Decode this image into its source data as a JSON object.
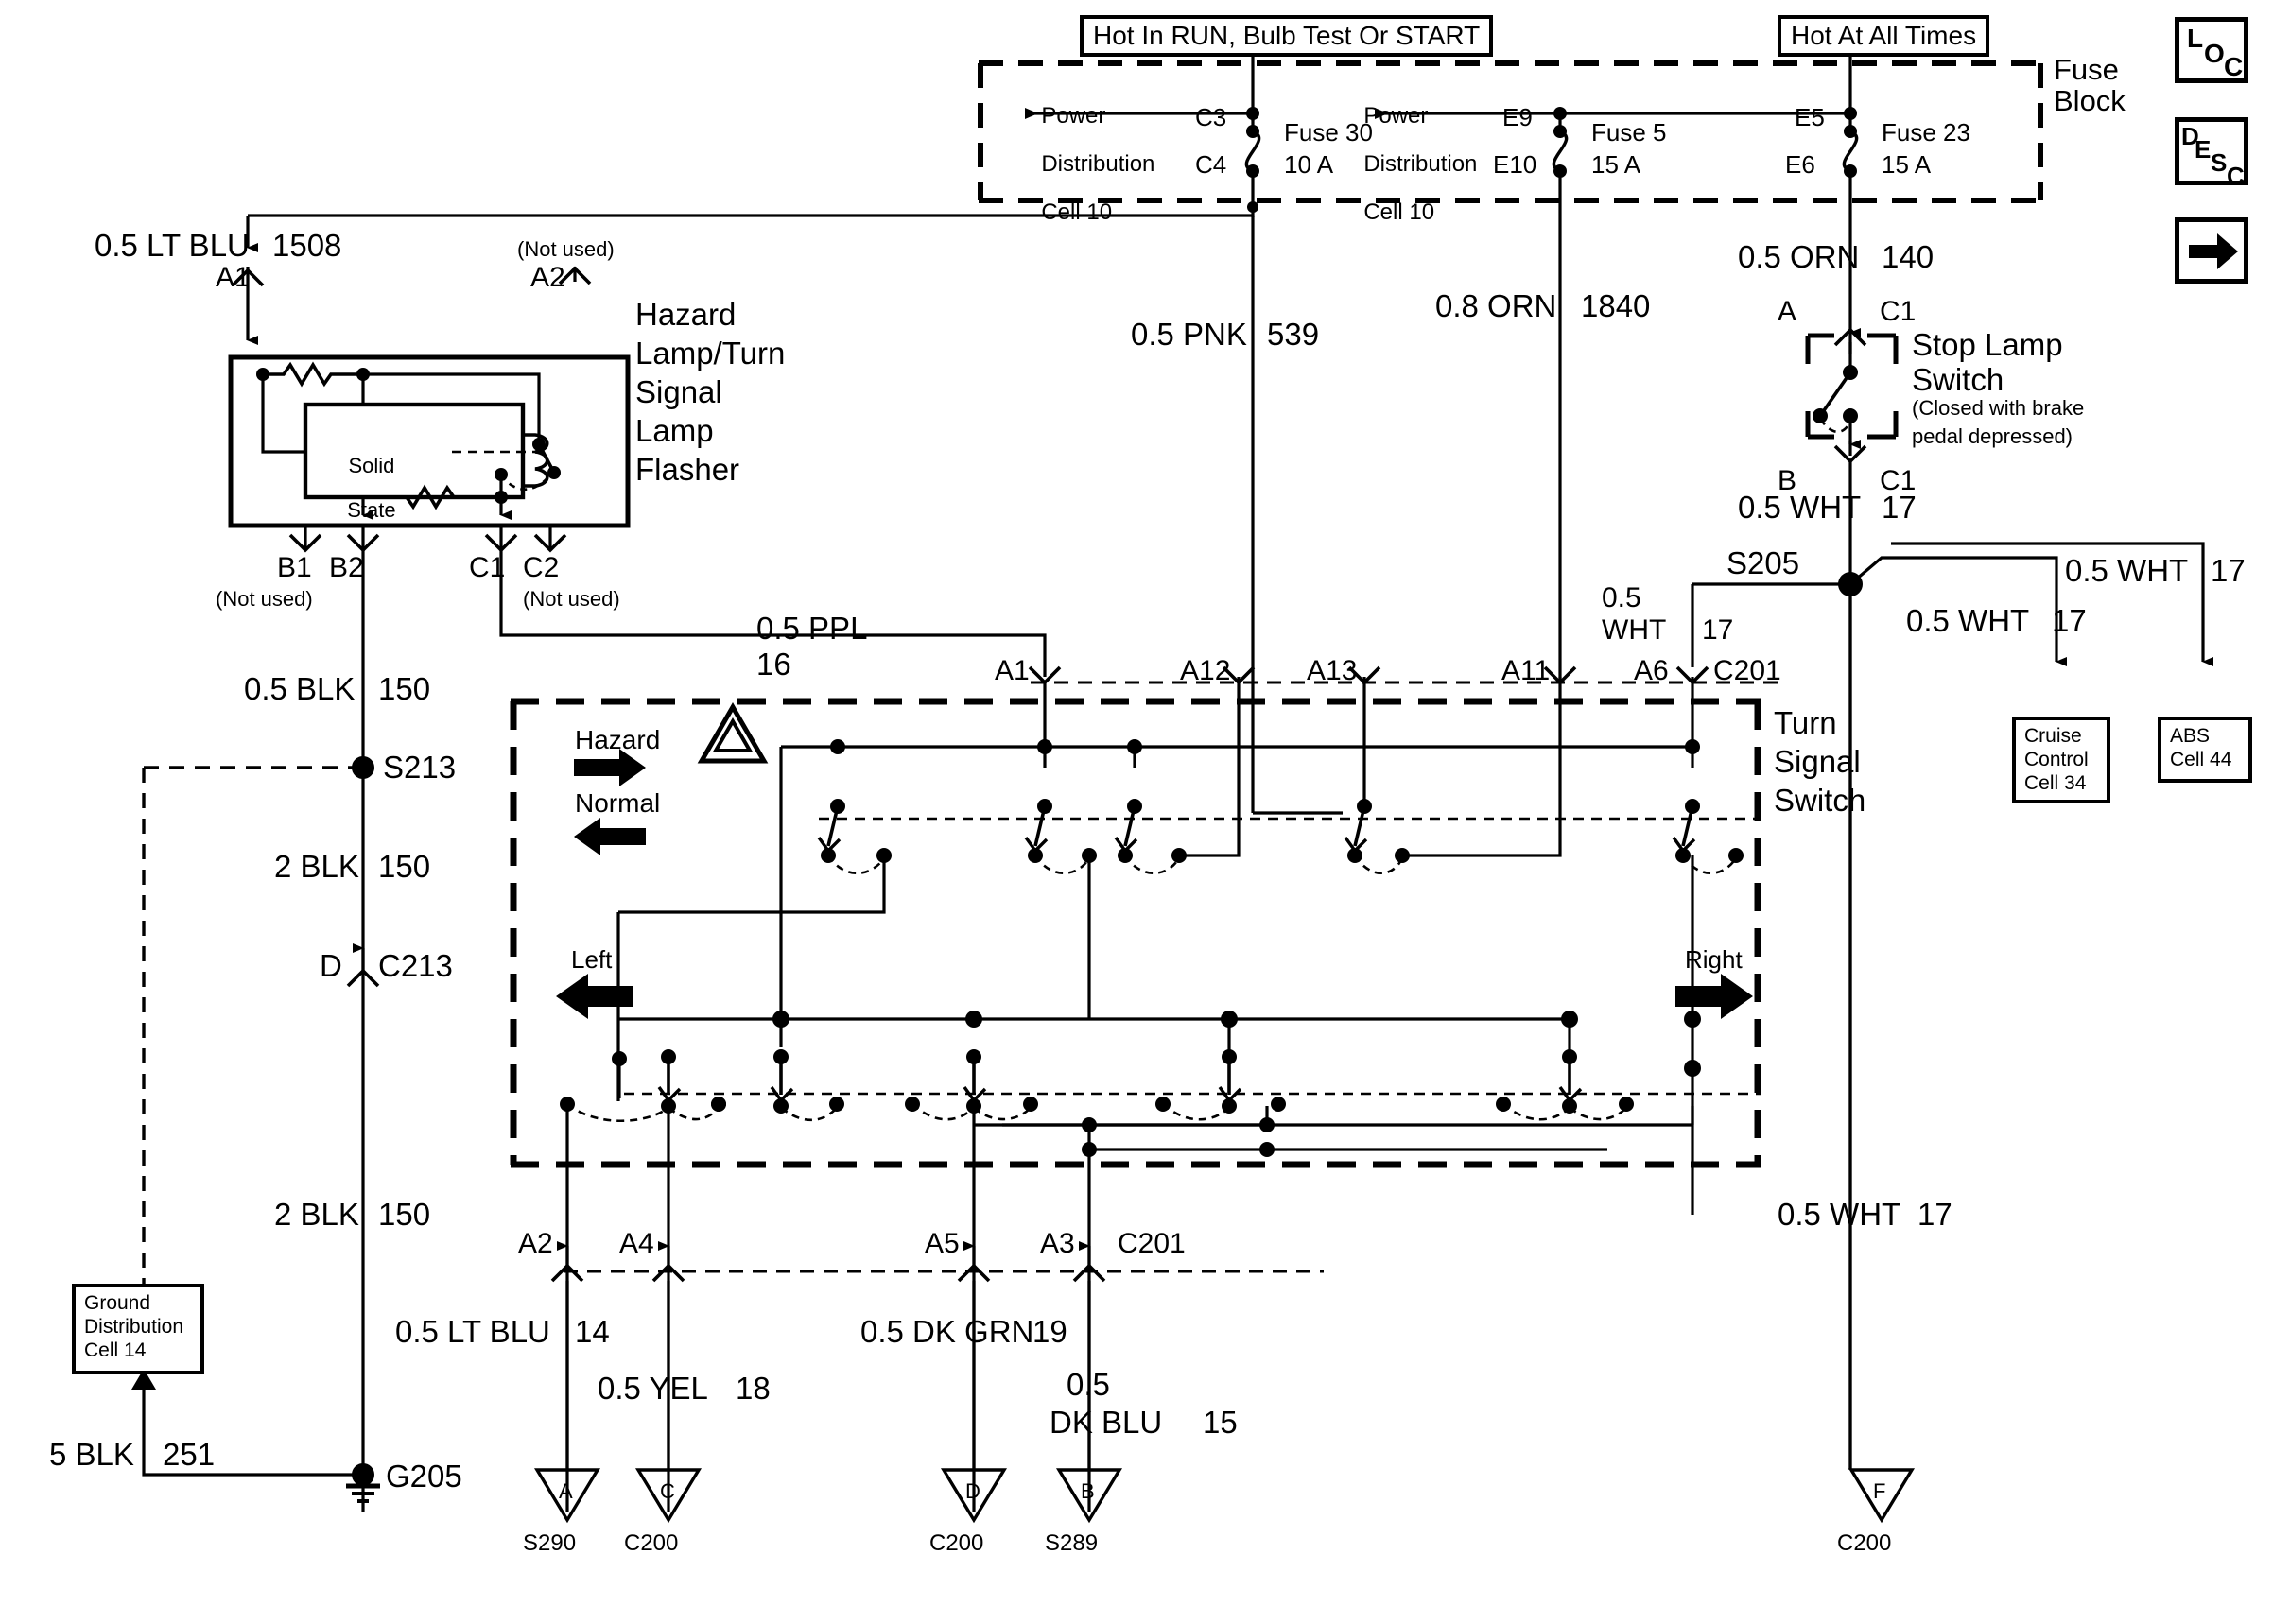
{
  "diagram": {
    "title": "Hazard Lamp / Turn Signal Lamp Flasher and Turn Signal Switch Wiring Diagram",
    "power_sources": [
      {
        "id": "hot-run",
        "label": "Hot In RUN, Bulb Test Or START"
      },
      {
        "id": "hot-all",
        "label": "Hot At All Times"
      }
    ],
    "fuse_block": {
      "label_line1": "Fuse Block",
      "label": "Fuse\nBlock",
      "cells": [
        {
          "name": "Power Distribution Cell 10",
          "line1": "Power",
          "line2": "Distribution",
          "line3": "Cell 10"
        },
        {
          "name": "Power Distribution Cell 10",
          "line1": "Power",
          "line2": "Distribution",
          "line3": "Cell 10"
        }
      ],
      "fuses": [
        {
          "id": "fuse30",
          "top_terminal": "C3",
          "bottom_terminal": "C4",
          "name": "Fuse 30",
          "rating": "10 A"
        },
        {
          "id": "fuse5",
          "top_terminal": "E9",
          "bottom_terminal": "E10",
          "name": "Fuse 5",
          "rating": "15 A"
        },
        {
          "id": "fuse23",
          "top_terminal": "E5",
          "bottom_terminal": "E6",
          "name": "Fuse 23",
          "rating": "15 A"
        }
      ]
    },
    "legend_buttons": [
      {
        "id": "loc",
        "letters": [
          "L",
          "O",
          "C"
        ]
      },
      {
        "id": "desc",
        "letters": [
          "D",
          "E",
          "S",
          "C"
        ]
      },
      {
        "id": "next-arrow",
        "glyph": "arrow-right"
      }
    ],
    "flasher": {
      "name": "Hazard Lamp/Turn Signal Lamp Flasher",
      "label": "Hazard\nLamp/Turn\nSignal\nLamp\nFlasher",
      "inner_label_line1": "Solid",
      "inner_label_line2": "State",
      "terminals": [
        {
          "id": "A1",
          "label": "A1",
          "note": ""
        },
        {
          "id": "A2",
          "label": "A2",
          "note": "(Not used)"
        },
        {
          "id": "B1",
          "label": "B1",
          "note": "(Not used)"
        },
        {
          "id": "B2",
          "label": "B2",
          "note": ""
        },
        {
          "id": "C1",
          "label": "C1",
          "note": ""
        },
        {
          "id": "C2",
          "label": "C2",
          "note": "(Not used)"
        }
      ]
    },
    "stop_lamp_switch": {
      "name": "Stop Lamp Switch",
      "label_line1": "Stop Lamp",
      "label_line2": "Switch",
      "note_line1": "(Closed with brake",
      "note_line2": "pedal depressed)",
      "terminal_top_left": "A",
      "terminal_top_right": "C1",
      "terminal_bottom_left": "B",
      "terminal_bottom_right": "C1"
    },
    "turn_signal_switch": {
      "name": "Turn Signal Switch",
      "label": "Turn\nSignal\nSwitch",
      "label_line1": "Turn",
      "label_line2": "Signal",
      "label_line3": "Switch",
      "mode_hazard": "Hazard",
      "mode_normal": "Normal",
      "dir_left": "Left",
      "dir_right": "Right",
      "top_terminals": [
        {
          "id": "A1",
          "label": "A1"
        },
        {
          "id": "A12",
          "label": "A12"
        },
        {
          "id": "A13",
          "label": "A13"
        },
        {
          "id": "A11",
          "label": "A11"
        },
        {
          "id": "A6",
          "label": "A6",
          "connector": "C201"
        }
      ],
      "bottom_terminals": [
        {
          "id": "A2",
          "label": "A2"
        },
        {
          "id": "A4",
          "label": "A4"
        },
        {
          "id": "A5",
          "label": "A5"
        },
        {
          "id": "A3",
          "label": "A3",
          "connector": "C201"
        }
      ]
    },
    "cell_refs": [
      {
        "id": "cruise",
        "line1": "Cruise",
        "line2": "Control",
        "line3": "Cell 34"
      },
      {
        "id": "abs",
        "line1": "ABS",
        "line2": "Cell 44",
        "line3": ""
      },
      {
        "id": "ground-dist",
        "line1": "Ground",
        "line2": "Distribution",
        "line3": "Cell 14"
      }
    ],
    "wires": [
      {
        "id": "w1508",
        "gauge_color": "0.5 LT BLU",
        "circuit": "1508"
      },
      {
        "id": "w539",
        "gauge_color": "0.5 PNK",
        "circuit": "539"
      },
      {
        "id": "w1840",
        "gauge_color": "0.8 ORN",
        "circuit": "1840"
      },
      {
        "id": "w140",
        "gauge_color": "0.5 ORN",
        "circuit": "140"
      },
      {
        "id": "w17-stoplamp",
        "gauge_color": "0.5 WHT",
        "circuit": "17"
      },
      {
        "id": "w17-a6",
        "gauge_color": "0.5\nWHT",
        "gauge_color_l1": "0.5",
        "gauge_color_l2": "WHT",
        "circuit": "17"
      },
      {
        "id": "w17-cruise",
        "gauge_color": "0.5 WHT",
        "circuit": "17"
      },
      {
        "id": "w17-abs",
        "gauge_color": "0.5 WHT",
        "circuit": "17"
      },
      {
        "id": "w17-c200",
        "gauge_color": "0.5 WHT",
        "circuit": "17"
      },
      {
        "id": "w16",
        "gauge_color": "0.5 PPL",
        "circuit": "16"
      },
      {
        "id": "w150-a",
        "gauge_color": "0.5 BLK",
        "circuit": "150"
      },
      {
        "id": "w150-b",
        "gauge_color": "2 BLK",
        "circuit": "150"
      },
      {
        "id": "w150-c",
        "gauge_color": "2 BLK",
        "circuit": "150"
      },
      {
        "id": "w251",
        "gauge_color": "5 BLK",
        "circuit": "251"
      },
      {
        "id": "w14",
        "gauge_color": "0.5 LT BLU",
        "circuit": "14"
      },
      {
        "id": "w18",
        "gauge_color": "0.5 YEL",
        "circuit": "18"
      },
      {
        "id": "w19",
        "gauge_color": "0.5 DK GRN",
        "circuit": "19"
      },
      {
        "id": "w15",
        "gauge_color": "0.5\nDK BLU",
        "gauge_color_l1": "0.5",
        "gauge_color_l2": "DK BLU",
        "circuit": "15"
      }
    ],
    "splices": [
      {
        "id": "S205",
        "label": "S205"
      },
      {
        "id": "S213",
        "label": "S213"
      },
      {
        "id": "G205",
        "label": "G205"
      }
    ],
    "connectors": [
      {
        "id": "C213",
        "label": "C213",
        "terminal": "D"
      }
    ],
    "bottom_connectors": [
      {
        "id": "bc-a2",
        "pin": "A",
        "name": "S290"
      },
      {
        "id": "bc-a4",
        "pin": "C",
        "name": "C200"
      },
      {
        "id": "bc-a5",
        "pin": "D",
        "name": "C200"
      },
      {
        "id": "bc-a3",
        "pin": "B",
        "name": "S289"
      },
      {
        "id": "bc-wht",
        "pin": "F",
        "name": "C200"
      }
    ],
    "colors": {
      "ink": "#000000",
      "paper": "#ffffff"
    }
  }
}
